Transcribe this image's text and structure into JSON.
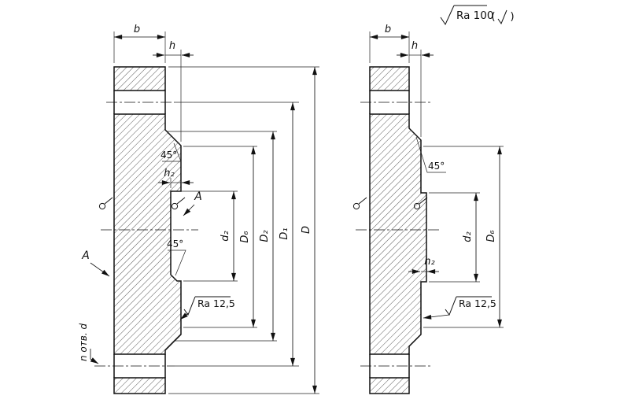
{
  "general_note": {
    "ra": "Ra 100",
    "open_paren": "(",
    "close_paren": ")"
  },
  "left": {
    "b": "b",
    "h": "h",
    "h2": "h₂",
    "angle_top": "45°",
    "angle_mid": "45°",
    "d2": "d₂",
    "D6": "D₆",
    "D2": "D₂",
    "D1": "D₁",
    "D": "D",
    "a_right": "A",
    "a_left": "A",
    "ra": "Ra 12,5",
    "holes": "n отв. d"
  },
  "right": {
    "b": "b",
    "h": "h",
    "h2": "h₂",
    "angle_top": "45°",
    "d2": "d₂",
    "D6": "D₆",
    "ra": "Ra 12,5"
  }
}
